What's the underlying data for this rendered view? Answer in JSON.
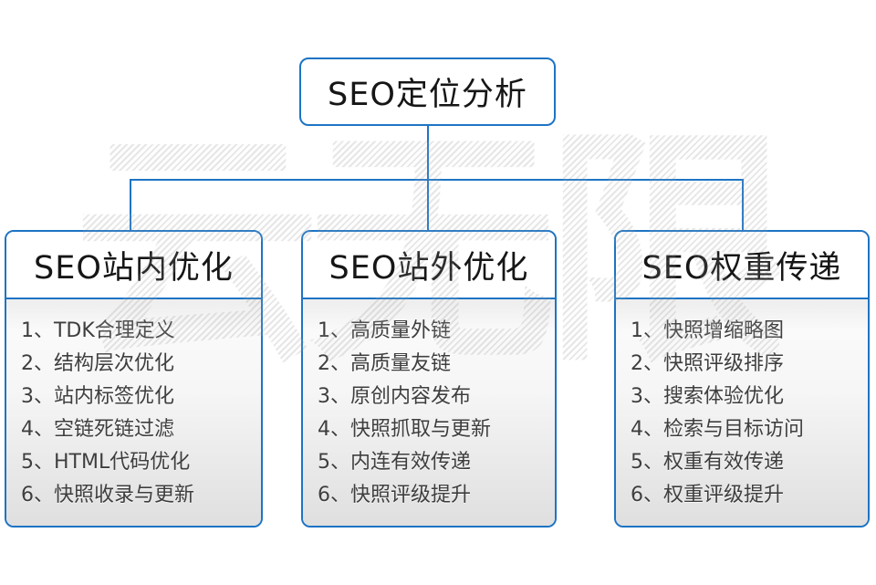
{
  "diagram": {
    "root": {
      "title": "SEO定位分析"
    },
    "watermark": "云无限",
    "columns": [
      {
        "title": "SEO站内优化",
        "items": [
          "1、TDK合理定义",
          "2、结构层次优化",
          "3、站内标签优化",
          "4、空链死链过滤",
          "5、HTML代码优化",
          "6、快照收录与更新"
        ]
      },
      {
        "title": "SEO站外优化",
        "items": [
          "1、高质量外链",
          "2、高质量友链",
          "3、原创内容发布",
          "4、快照抓取与更新",
          "5、内连有效传递",
          "6、快照评级提升"
        ]
      },
      {
        "title": "SEO权重传递",
        "items": [
          "1、快照增缩略图",
          "2、快照评级排序",
          "3、搜索体验优化",
          "4、检索与目标访问",
          "5、权重有效传递",
          "6、权重评级提升"
        ]
      }
    ],
    "colors": {
      "accent_blue": "#1d74c4",
      "header_text": "#161616",
      "list_text": "#3e3e3e",
      "watermark_gray": "#e8e8e8"
    }
  }
}
